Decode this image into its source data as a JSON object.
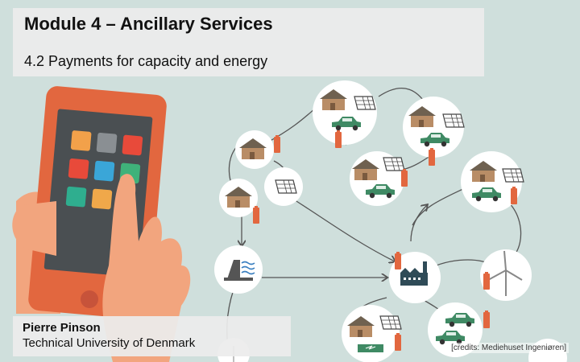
{
  "slide": {
    "title": "Module 4 – Ancillary Services",
    "subtitle": "4.2 Payments for capacity and energy",
    "author": "Pierre Pinson",
    "affiliation": "Technical University of Denmark",
    "credits": "[credits: Mediehuset Ingeniøren]"
  },
  "colors": {
    "background": "#cfdfdc",
    "phone_body": "#e2673f",
    "hand": "#f2a57e",
    "node": "#ffffff",
    "house_roof": "#6f6150",
    "car": "#3f8a64",
    "battery": "#e2673f"
  },
  "icons": [
    "smartphone-icon",
    "hand-icon",
    "house-icon",
    "solar-panel-icon",
    "electric-car-icon",
    "battery-icon",
    "factory-icon",
    "wind-turbine-icon",
    "hydro-plant-icon",
    "power-line-icon"
  ]
}
